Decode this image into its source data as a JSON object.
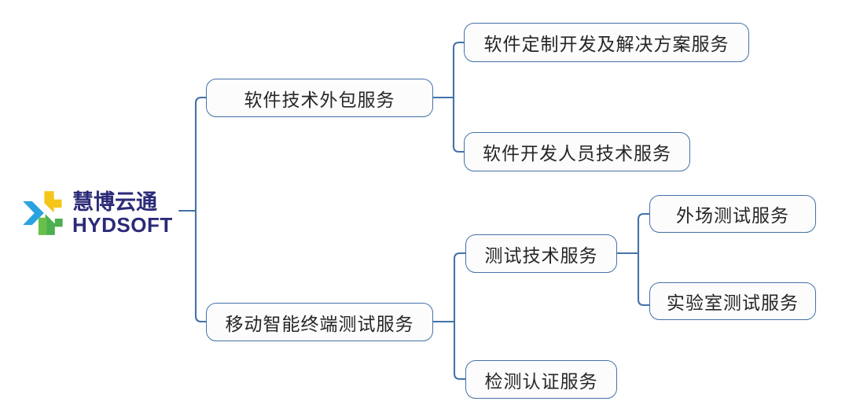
{
  "diagram": {
    "type": "tree-mindmap",
    "orientation": "left-to-right",
    "colors": {
      "node_border": "#4472a8",
      "node_fill": "#fcfcfd",
      "connector": "#4472a8",
      "text": "#262626",
      "logo_text": "#2b2a78",
      "logo_blue": "#29a3e0",
      "logo_yellow": "#f5c518",
      "logo_green": "#4caf50",
      "logo_lightblue": "#4ec3f0"
    },
    "logo": {
      "mark_name": "hydsoft-pinwheel-logo",
      "chinese_name": "慧博云通",
      "english_name": "HYDSOFT"
    },
    "branches": [
      {
        "id": "branch-software",
        "label": "软件技术外包服务",
        "children": [
          {
            "id": "node-custom-dev",
            "label": "软件定制开发及解决方案服务",
            "children": []
          },
          {
            "id": "node-dev-staff",
            "label": "软件开发人员技术服务",
            "children": []
          }
        ]
      },
      {
        "id": "branch-mobile-test",
        "label": "移动智能终端测试服务",
        "children": [
          {
            "id": "node-test-tech",
            "label": "测试技术服务",
            "children": [
              {
                "id": "node-field-test",
                "label": "外场测试服务",
                "children": []
              },
              {
                "id": "node-lab-test",
                "label": "实验室测试服务",
                "children": []
              }
            ]
          },
          {
            "id": "node-cert",
            "label": "检测认证服务",
            "children": []
          }
        ]
      }
    ]
  }
}
